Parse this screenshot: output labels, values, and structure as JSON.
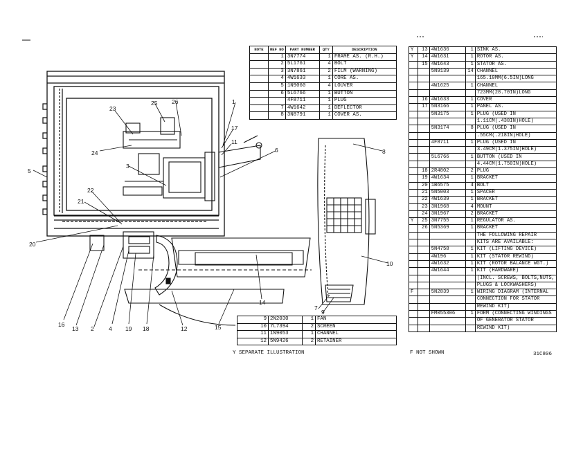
{
  "top_table": {
    "headers": {
      "note": "NOTE",
      "ref": "REF NO",
      "part": "PART NUMBER",
      "qty": "QTY",
      "desc": "DESCRIPTION"
    },
    "rows": [
      {
        "note": "",
        "ref": "1",
        "part": "3N7774",
        "qty": "1",
        "desc": "FRAME AS. (R.H.)"
      },
      {
        "note": "",
        "ref": "2",
        "part": "5L1761",
        "qty": "4",
        "desc": "BOLT"
      },
      {
        "note": "",
        "ref": "3",
        "part": "3N7861",
        "qty": "2",
        "desc": "FILM (WARNING)"
      },
      {
        "note": "",
        "ref": "4",
        "part": "4W1633",
        "qty": "1",
        "desc": "CORE AS."
      },
      {
        "note": "",
        "ref": "5",
        "part": "1N9060",
        "qty": "4",
        "desc": "LOUVER"
      },
      {
        "note": "",
        "ref": "6",
        "part": "5L6766",
        "qty": "1",
        "desc": "BUTTON"
      },
      {
        "note": "",
        "ref": "",
        "part": "4F8711",
        "qty": "1",
        "desc": "PLUG"
      },
      {
        "note": "",
        "ref": "7",
        "part": "4W1642",
        "qty": "1",
        "desc": "DEFLECTOR"
      },
      {
        "note": "",
        "ref": "8",
        "part": "3N8791",
        "qty": "1",
        "desc": "COVER AS."
      }
    ]
  },
  "bottom_table": {
    "rows": [
      {
        "ref": "9",
        "part": "2N2030",
        "qty": "1",
        "desc": "FAN"
      },
      {
        "ref": "10",
        "part": "7L7394",
        "qty": "2",
        "desc": "SCREEN"
      },
      {
        "ref": "11",
        "part": "1N9053",
        "qty": "1",
        "desc": "CHANNEL"
      },
      {
        "ref": "12",
        "part": "5N9426",
        "qty": "2",
        "desc": "RETAINER"
      }
    ],
    "footnote": "Y   SEPARATE  ILLUSTRATION"
  },
  "right_table": {
    "rows": [
      {
        "note": "Y",
        "ref": "13",
        "part": "4W1636",
        "qty": "1",
        "desc": "SINK AS."
      },
      {
        "note": "Y",
        "ref": "14",
        "part": "4W1631",
        "qty": "1",
        "desc": "ROTOR AS."
      },
      {
        "note": "",
        "ref": "15",
        "part": "4W1643",
        "qty": "1",
        "desc": "STATOR AS."
      },
      {
        "note": "",
        "ref": "",
        "part": "5N9139",
        "qty": "14",
        "desc": "CHANNEL"
      },
      {
        "note": "",
        "ref": "",
        "part": "",
        "qty": "",
        "desc": "165.10MM(6.5IN)LONG"
      },
      {
        "note": "",
        "ref": "",
        "part": "4W1625",
        "qty": "1",
        "desc": "CHANNEL"
      },
      {
        "note": "",
        "ref": "",
        "part": "",
        "qty": "",
        "desc": "723MM(28.70IN)LONG"
      },
      {
        "note": "",
        "ref": "16",
        "part": "4W1633",
        "qty": "1",
        "desc": "COVER"
      },
      {
        "note": "",
        "ref": "17",
        "part": "5N3166",
        "qty": "1",
        "desc": "PANEL AS."
      },
      {
        "note": "",
        "ref": "",
        "part": "5N3175",
        "qty": "1",
        "desc": "PLUG (USED IN"
      },
      {
        "note": "",
        "ref": "",
        "part": "",
        "qty": "",
        "desc": "1.11CM(.438IN)HOLE)"
      },
      {
        "note": "",
        "ref": "",
        "part": "5N3174",
        "qty": "8",
        "desc": "PLUG (USED IN"
      },
      {
        "note": "",
        "ref": "",
        "part": "",
        "qty": "",
        "desc": ".55CM(.218IN)HOLE)"
      },
      {
        "note": "",
        "ref": "",
        "part": "4F8711",
        "qty": "1",
        "desc": "PLUG (USED IN"
      },
      {
        "note": "",
        "ref": "",
        "part": "",
        "qty": "",
        "desc": "3.49CM(1.375IN)HOLE)"
      },
      {
        "note": "",
        "ref": "",
        "part": "5L6766",
        "qty": "1",
        "desc": "BUTTON (USED IN"
      },
      {
        "note": "",
        "ref": "",
        "part": "",
        "qty": "",
        "desc": "4.44CM(1.750IN)HOLE)"
      },
      {
        "note": "",
        "ref": "18",
        "part": "2R4802",
        "qty": "2",
        "desc": "PLUG"
      },
      {
        "note": "",
        "ref": "19",
        "part": "4W1634",
        "qty": "1",
        "desc": "BRACKET"
      },
      {
        "note": "",
        "ref": "20",
        "part": "1B6575",
        "qty": "4",
        "desc": "BOLT"
      },
      {
        "note": "",
        "ref": "21",
        "part": "5N5003",
        "qty": "1",
        "desc": "SPACER"
      },
      {
        "note": "",
        "ref": "22",
        "part": "4W1639",
        "qty": "1",
        "desc": "BRACKET"
      },
      {
        "note": "",
        "ref": "23",
        "part": "3N1968",
        "qty": "4",
        "desc": "MOUNT"
      },
      {
        "note": "",
        "ref": "24",
        "part": "3N1967",
        "qty": "2",
        "desc": "BRACKET"
      },
      {
        "note": "Y",
        "ref": "25",
        "part": "3N7755",
        "qty": "1",
        "desc": "REGULATOR AS."
      },
      {
        "note": "",
        "ref": "26",
        "part": "5N5369",
        "qty": "1",
        "desc": "BRACKET"
      },
      {
        "note": "",
        "ref": "",
        "part": "",
        "qty": "",
        "desc": "THE FOLLOWING REPAIR"
      },
      {
        "note": "",
        "ref": "",
        "part": "",
        "qty": "",
        "desc": "KITS ARE AVAILABLE:"
      },
      {
        "note": "",
        "ref": "",
        "part": "5N4758",
        "qty": "1",
        "desc": "KIT (LIFTING DEVICE)"
      },
      {
        "note": "",
        "ref": "",
        "part": "4W196",
        "qty": "1",
        "desc": "KIT (STATOR REWIND)"
      },
      {
        "note": "",
        "ref": "",
        "part": "4W1632",
        "qty": "1",
        "desc": "KIT (ROTOR BALANCE WGT.)"
      },
      {
        "note": "",
        "ref": "",
        "part": "4W1644",
        "qty": "1",
        "desc": "KIT (HARDWARE)"
      },
      {
        "note": "",
        "ref": "",
        "part": "",
        "qty": "",
        "desc": "(INCL. SCREWS, BOLTS,NUTS,"
      },
      {
        "note": "",
        "ref": "",
        "part": "",
        "qty": "",
        "desc": "PLUGS & LOCKWASHERS)"
      },
      {
        "note": "F",
        "ref": "",
        "part": "5N2839",
        "qty": "1",
        "desc": "WIRING DIAGRAM (INTERNAL"
      },
      {
        "note": "",
        "ref": "",
        "part": "",
        "qty": "",
        "desc": "CONNECTION FOR STATOR"
      },
      {
        "note": "",
        "ref": "",
        "part": "",
        "qty": "",
        "desc": "REWIND KIT)"
      },
      {
        "note": "",
        "ref": "",
        "part": "FM055306",
        "qty": "1",
        "desc": "FORM (CONNECTING WINDINGS"
      },
      {
        "note": "",
        "ref": "",
        "part": "",
        "qty": "",
        "desc": "OF GENERATOR STATOR"
      },
      {
        "note": "",
        "ref": "",
        "part": "",
        "qty": "",
        "desc": "REWIND KIT)"
      }
    ],
    "footnote": "F   NOT  SHOWN",
    "drawing_code": "31C806"
  },
  "callouts": [
    "1",
    "2",
    "3",
    "4",
    "5",
    "6",
    "7",
    "8",
    "9",
    "10",
    "11",
    "12",
    "13",
    "14",
    "15",
    "16",
    "17",
    "18",
    "19",
    "20",
    "21",
    "22",
    "23",
    "24",
    "25",
    "26"
  ]
}
